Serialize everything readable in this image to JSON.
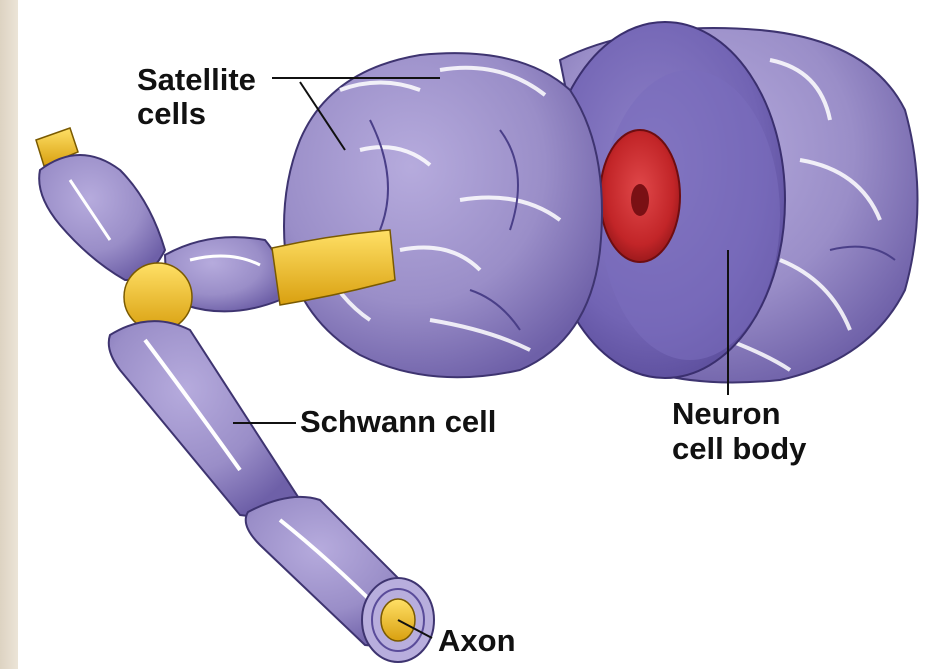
{
  "labels": {
    "satellite_line1": "Satellite",
    "satellite_line2": "cells",
    "schwann": "Schwann cell",
    "neuron_line1": "Neuron",
    "neuron_line2": "cell body",
    "axon": "Axon"
  },
  "colors": {
    "cell_purple": "#9b8fc9",
    "cell_dark": "#6a5ca6",
    "axon_yellow": "#f0c020",
    "nucleus_red": "#c8282c"
  }
}
